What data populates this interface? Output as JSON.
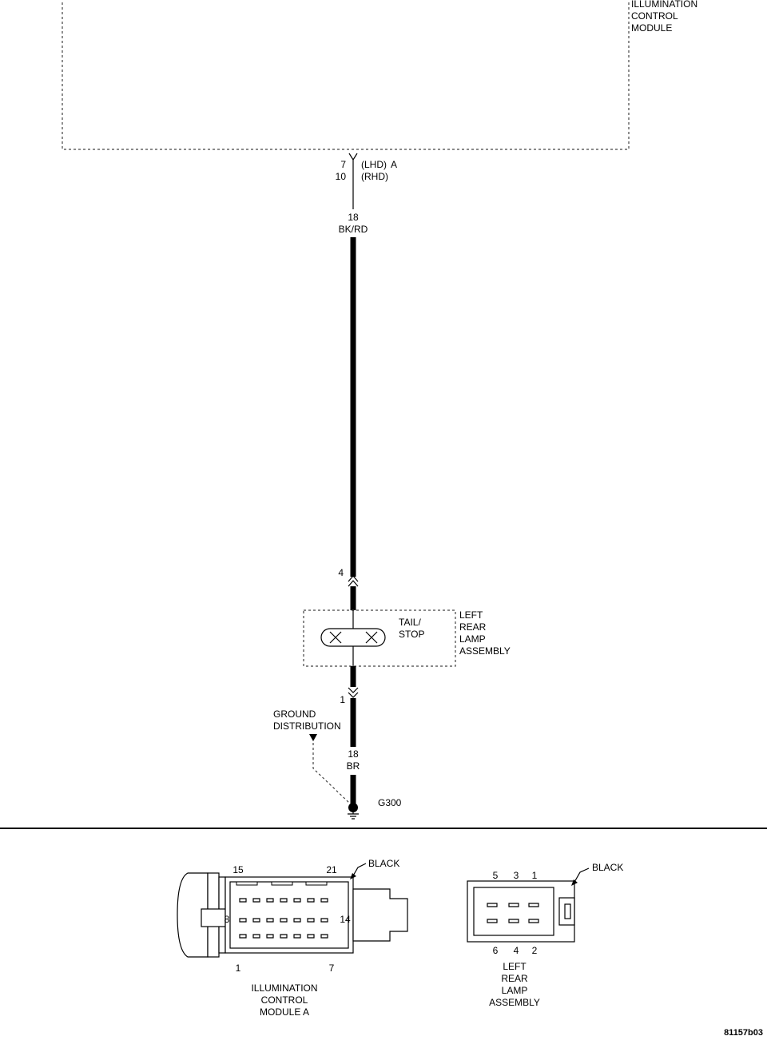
{
  "module": {
    "title_lines": [
      "ILLUMINATION",
      "CONTROL",
      "MODULE"
    ]
  },
  "module_connector": {
    "pin_lhd": "7",
    "lhd": "(LHD)",
    "conn_letter": "A",
    "pin_rhd": "10",
    "rhd": "(RHD)"
  },
  "wire_top": {
    "gauge": "18",
    "color": "BK/RD"
  },
  "lamp_pin_in": "4",
  "lamp": {
    "label_lines": [
      "TAIL/",
      "STOP"
    ],
    "title_lines": [
      "LEFT",
      "REAR",
      "LAMP",
      "ASSEMBLY"
    ]
  },
  "lamp_pin_out": "1",
  "ground_distribution": [
    "GROUND",
    "DISTRIBUTION"
  ],
  "wire_bottom": {
    "gauge": "18",
    "color": "BR"
  },
  "ground": "G300",
  "connector_views": {
    "icm": {
      "color": "BLACK",
      "pins": {
        "top_left": "15",
        "top_right": "21",
        "mid_left": "8",
        "mid_right": "14",
        "bot_left": "1",
        "bot_right": "7"
      },
      "caption_lines": [
        "ILLUMINATION",
        "CONTROL",
        "MODULE A"
      ]
    },
    "lamp": {
      "color": "BLACK",
      "pins_top": [
        "5",
        "3",
        "1"
      ],
      "pins_bottom": [
        "6",
        "4",
        "2"
      ],
      "caption_lines": [
        "LEFT",
        "REAR",
        "LAMP",
        "ASSEMBLY"
      ]
    }
  },
  "figure_id": "81157b03"
}
